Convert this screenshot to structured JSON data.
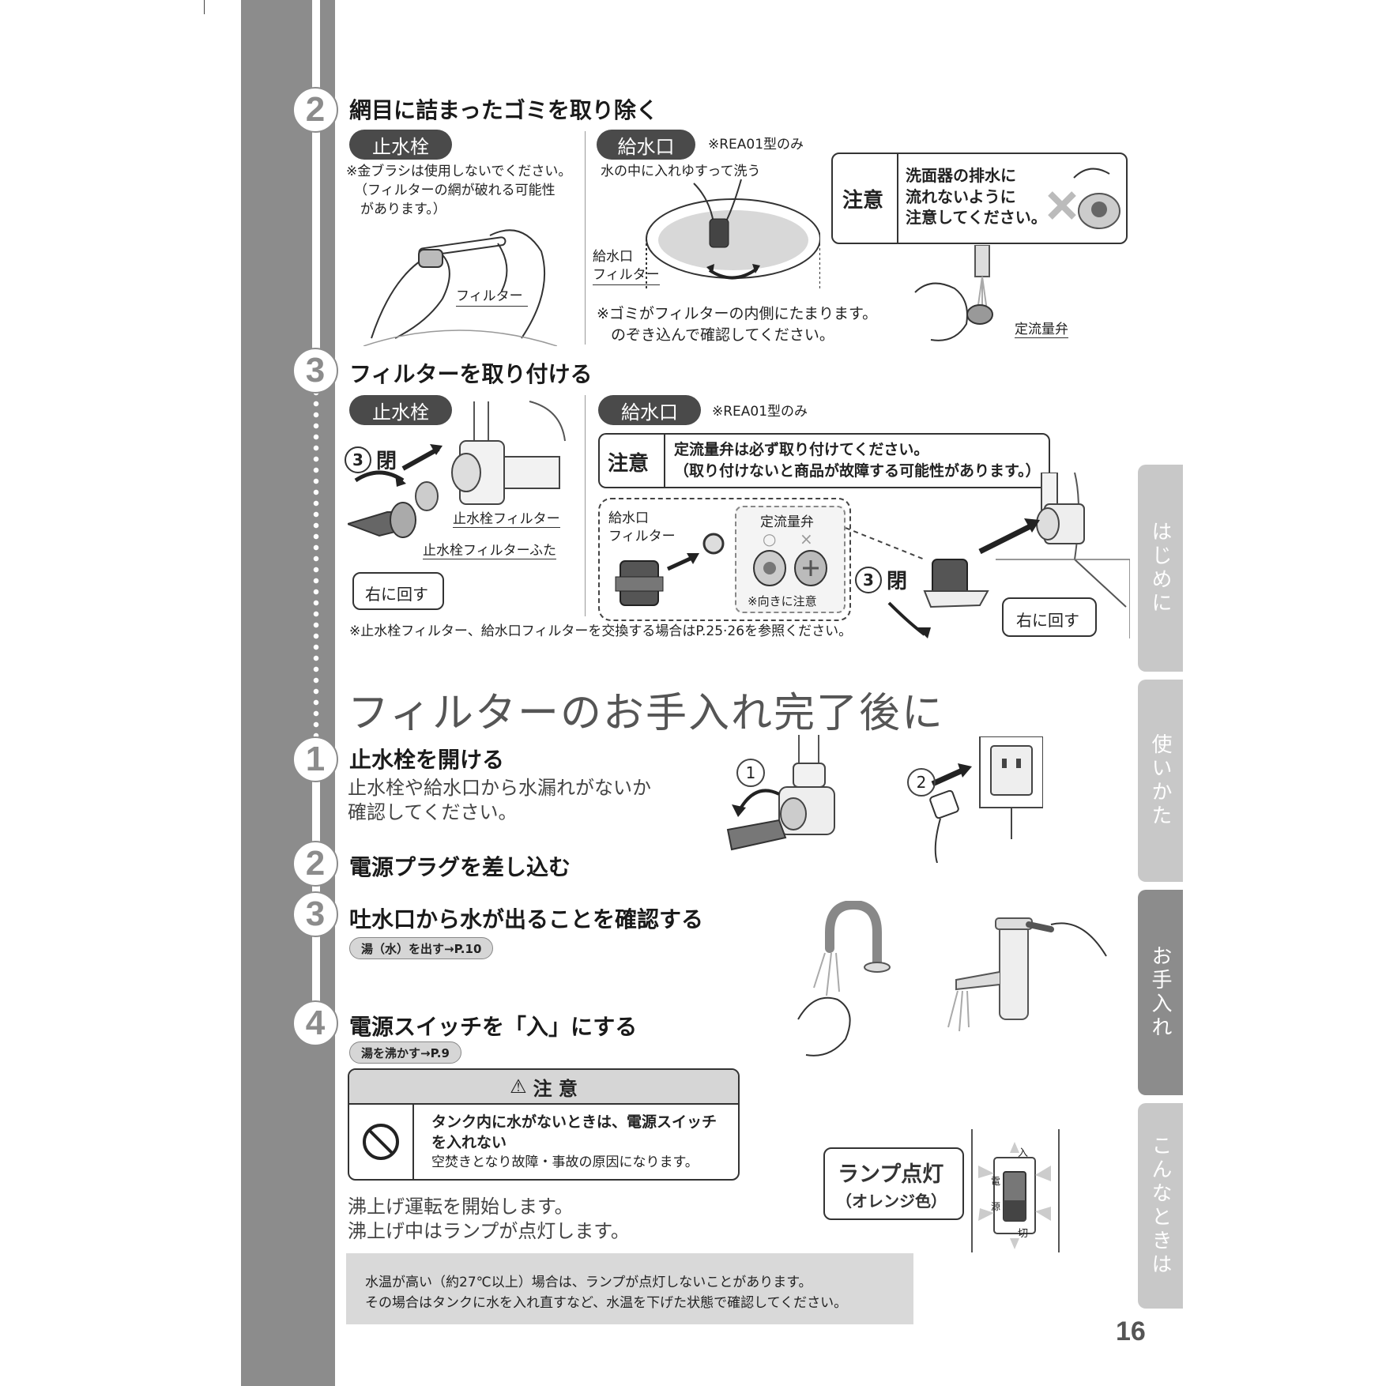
{
  "steps_a": {
    "step2": {
      "num": "2",
      "title": "網目に詰まったゴミを取り除く"
    },
    "step3": {
      "num": "3",
      "title": "フィルターを取り付ける"
    }
  },
  "section2_stopcock": {
    "label": "止水栓",
    "note_line1": "※金ブラシは使用しないでください。",
    "note_line2": "（フィルターの網が破れる可能性",
    "note_line3": "があります。）",
    "callout_filter": "フィルター"
  },
  "section2_inlet": {
    "label": "給水口",
    "model_note": "※REA01型のみ",
    "wash_note": "水の中に入れゆすって洗う",
    "callout_line1": "給水口",
    "callout_line2": "フィルター",
    "dirt_note_line1": "※ゴミがフィルターの内側にたまります。",
    "dirt_note_line2": "のぞき込んで確認してください。",
    "callout_valve": "定流量弁"
  },
  "caution_drain": {
    "label": "注意",
    "line1": "洗面器の排水に",
    "line2": "流れないように",
    "line3": "注意してください。"
  },
  "section3_stopcock": {
    "label": "止水栓",
    "close_num": "3",
    "close_label": "閉",
    "callout_filter": "止水栓フィルター",
    "callout_cap": "止水栓フィルターふた",
    "turn_right": "右に回す"
  },
  "section3_inlet": {
    "label": "給水口",
    "model_note": "※REA01型のみ",
    "caution_label": "注意",
    "caution_line1": "定流量弁は必ず取り付けてください。",
    "caution_line2": "（取り付けないと商品が故障する可能性があります。）",
    "callout_line1": "給水口",
    "callout_line2": "フィルター",
    "valve_title": "定流量弁",
    "valve_ok": "○",
    "valve_ng": "×",
    "valve_note": "※向きに注意",
    "close_num": "3",
    "close_label": "閉",
    "turn_right": "右に回す"
  },
  "replace_note": "※止水栓フィルター、給水口フィルターを交換する場合はP.25·26を参照ください。",
  "after_heading": "フィルターのお手入れ完了後に",
  "after_steps": {
    "s1": {
      "num": "1",
      "title": "止水栓を開ける",
      "body_line1": "止水栓や給水口から水漏れがないか",
      "body_line2": "確認してください。",
      "illus_num1": "1",
      "illus_num2": "2"
    },
    "s2": {
      "num": "2",
      "title": "電源プラグを差し込む"
    },
    "s3": {
      "num": "3",
      "title": "吐水口から水が出ることを確認する",
      "ref": "湯（水）を出す→P.10"
    },
    "s4": {
      "num": "4",
      "title": "電源スイッチを「入」にする",
      "ref": "湯を沸かす→P.9"
    }
  },
  "warning": {
    "title": "注 意",
    "line1": "タンク内に水がないときは、電源スイッチ",
    "line2": "を入れない",
    "line3": "空焚きとなり故障・事故の原因になります。"
  },
  "boil_text": {
    "line1": "沸上げ運転を開始します。",
    "line2": "沸上げ中はランプが点灯します。"
  },
  "lamp": {
    "title": "ランプ点灯",
    "sub": "（オレンジ色）",
    "switch_on": "入",
    "switch_off": "切",
    "switch_label1": "電",
    "switch_label2": "源"
  },
  "temp_note": {
    "line1": "水温が高い（約27℃以上）場合は、ランプが点灯しないことがあります。",
    "line2": "その場合はタンクに水を入れ直すなど、水温を下げた状態で確認してください。"
  },
  "side_tabs": [
    {
      "label": "はじめに",
      "active": false
    },
    {
      "label": "使いかた",
      "active": false
    },
    {
      "label": "お手入れ",
      "active": true
    },
    {
      "label": "こんなときは",
      "active": false
    }
  ],
  "page_number": "16",
  "colors": {
    "bar": "#8c8c8c",
    "tab_inactive": "#c8c8c8",
    "tab_active": "#8c8c8c",
    "pill": "#4a4a4a",
    "note_bg": "#d9d9d9"
  }
}
